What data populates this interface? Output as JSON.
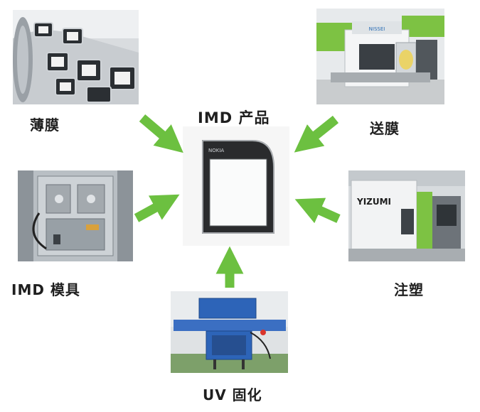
{
  "center": {
    "title": "IMD 产品",
    "phone_brand": "NOKIA"
  },
  "nodes": {
    "film": {
      "label": "薄膜"
    },
    "feed": {
      "label": "送膜",
      "machine_text": "NISSEI"
    },
    "mold": {
      "label": "IMD 模具"
    },
    "injection": {
      "label": "注塑",
      "brand_text": "YIZUMI"
    },
    "uv": {
      "label": "UV 固化"
    }
  },
  "colors": {
    "arrow": "#6cc040",
    "machine_green": "#7dc243"
  }
}
